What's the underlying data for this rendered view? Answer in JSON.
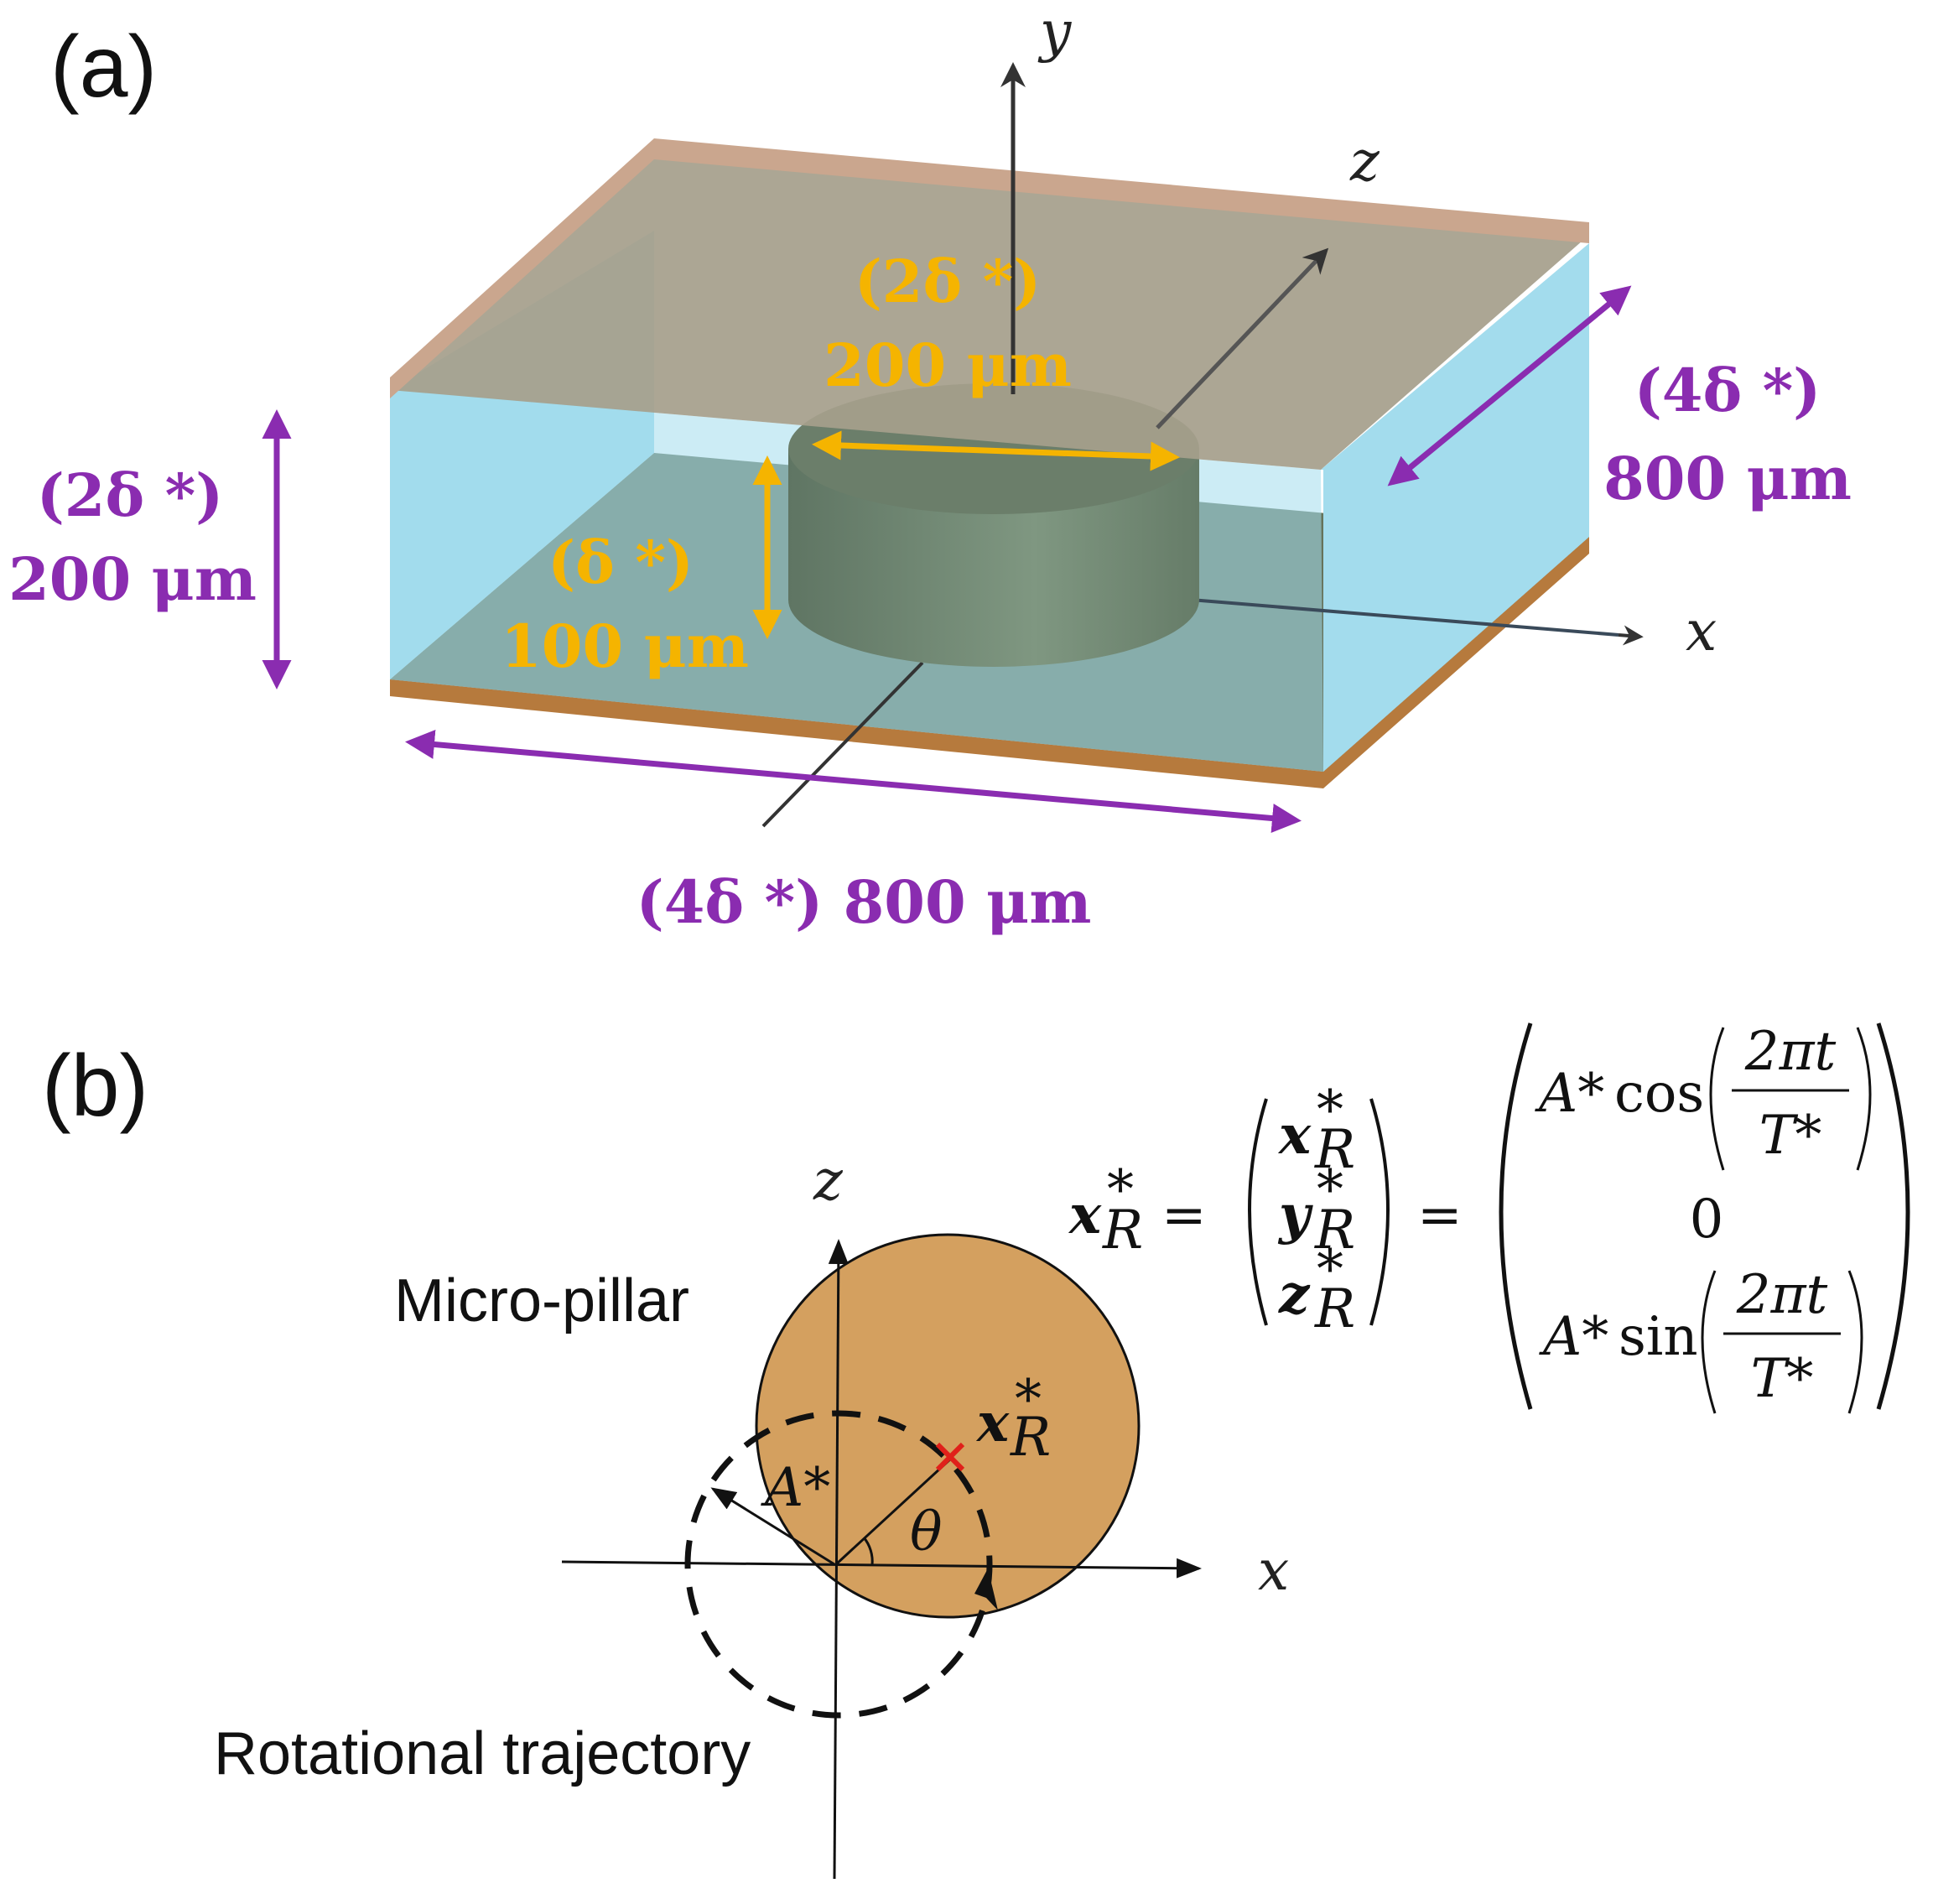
{
  "panel_a": {
    "label": "(a)",
    "axes": {
      "y": "y",
      "z": "z",
      "x": "x"
    },
    "dim_height": {
      "symbol": "(2δ *)",
      "value": "200 μm"
    },
    "dim_width_x": {
      "text": "(4δ *) 800 μm"
    },
    "dim_depth_z": {
      "symbol": "(4δ *)",
      "value": "800 μm"
    },
    "dim_pillar_diameter": {
      "symbol": "(2δ *)",
      "value": "200 μm"
    },
    "dim_pillar_height": {
      "symbol": "(δ *)",
      "value": "100 μm"
    },
    "colors": {
      "fluid": "#a3dced",
      "top_plate": "#a69f8c",
      "bottom_plate": "#66735b",
      "pillar": "#6e8771",
      "copper": "#b67a3d",
      "purple": "#8a2cb0",
      "yellow": "#f5b400"
    }
  },
  "panel_b": {
    "label": "(b)",
    "axes": {
      "z": "z",
      "x": "x"
    },
    "micro_pillar_label": "Micro-pillar",
    "trajectory_label": "Rotational trajectory",
    "radius_label": "A*",
    "angle_label": "θ",
    "point_label": "x",
    "point_sub": "R",
    "point_sup": "*",
    "colors": {
      "pillar": "#d4a05f",
      "marker": "#e0201a"
    }
  },
  "equation": {
    "lhs": "x",
    "sub": "R",
    "sup": "*",
    "equals": "=",
    "vector": [
      "x",
      "y",
      "z"
    ],
    "row1_amp": "A*",
    "row1_fn": "cos",
    "row2": "0",
    "row3_amp": "A*",
    "row3_fn": "sin",
    "frac_num": "2πt",
    "frac_den": "T*"
  }
}
